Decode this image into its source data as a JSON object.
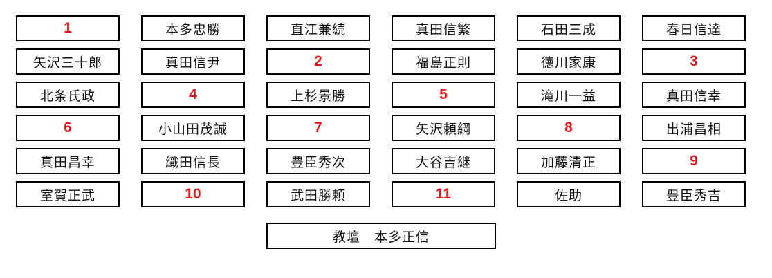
{
  "seats": [
    {
      "label": "1",
      "kind": "num"
    },
    {
      "label": "本多忠勝",
      "kind": "name"
    },
    {
      "label": "直江兼続",
      "kind": "name"
    },
    {
      "label": "真田信繁",
      "kind": "name"
    },
    {
      "label": "石田三成",
      "kind": "name"
    },
    {
      "label": "春日信達",
      "kind": "name"
    },
    {
      "label": "矢沢三十郎",
      "kind": "name"
    },
    {
      "label": "真田信尹",
      "kind": "name"
    },
    {
      "label": "2",
      "kind": "num"
    },
    {
      "label": "福島正則",
      "kind": "name"
    },
    {
      "label": "徳川家康",
      "kind": "name"
    },
    {
      "label": "3",
      "kind": "num"
    },
    {
      "label": "北条氏政",
      "kind": "name"
    },
    {
      "label": "4",
      "kind": "num"
    },
    {
      "label": "上杉景勝",
      "kind": "name"
    },
    {
      "label": "5",
      "kind": "num"
    },
    {
      "label": "滝川一益",
      "kind": "name"
    },
    {
      "label": "真田信幸",
      "kind": "name"
    },
    {
      "label": "6",
      "kind": "num"
    },
    {
      "label": "小山田茂誠",
      "kind": "name"
    },
    {
      "label": "7",
      "kind": "num"
    },
    {
      "label": "矢沢頼綱",
      "kind": "name"
    },
    {
      "label": "8",
      "kind": "num"
    },
    {
      "label": "出浦昌相",
      "kind": "name"
    },
    {
      "label": "真田昌幸",
      "kind": "name"
    },
    {
      "label": "織田信長",
      "kind": "name"
    },
    {
      "label": "豊臣秀次",
      "kind": "name"
    },
    {
      "label": "大谷吉継",
      "kind": "name"
    },
    {
      "label": "加藤清正",
      "kind": "name"
    },
    {
      "label": "9",
      "kind": "num"
    },
    {
      "label": "室賀正武",
      "kind": "name"
    },
    {
      "label": "10",
      "kind": "num"
    },
    {
      "label": "武田勝頼",
      "kind": "name"
    },
    {
      "label": "11",
      "kind": "num"
    },
    {
      "label": "佐助",
      "kind": "name"
    },
    {
      "label": "豊臣秀吉",
      "kind": "name"
    }
  ],
  "teacher": {
    "label": "教壇　本多正信"
  },
  "colors": {
    "number_text": "#e0191c",
    "name_text": "#111111",
    "border": "#000000",
    "background": "#ffffff"
  }
}
